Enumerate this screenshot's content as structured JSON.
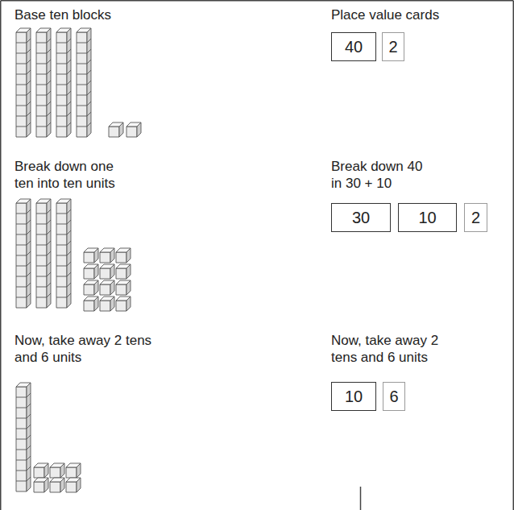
{
  "diagram": {
    "nodes": [
      {
        "text": [
          "40"
        ]
      },
      {
        "text": [
          "2"
        ]
      },
      {
        "text": [
          "30"
        ]
      },
      {
        "text": [
          "10"
        ]
      },
      {
        "text": [
          "2"
        ]
      },
      {
        "text": [
          "10"
        ]
      },
      {
        "text": [
          "6"
        ]
      }
    ],
    "labels": [
      "Base ten blocks",
      "Place value cards",
      "Break down one ten into ten units",
      "Break down 40 in 30 + 10",
      "Now, take away 2 tens and 6 units",
      "Now, take away 2 tens and 6 units"
    ]
  }
}
